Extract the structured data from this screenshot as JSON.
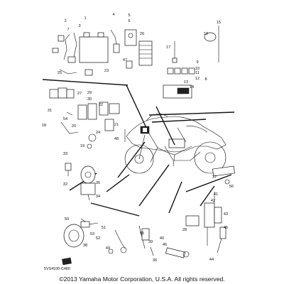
{
  "diagram": {
    "drawing_code": "5VS4100-C480",
    "copyright": "©2013 Yamaha Motor Corporation, U.S.A. All rights reserved.",
    "callouts": [
      "1",
      "2",
      "3",
      "4",
      "5",
      "6",
      "7",
      "8",
      "9",
      "10",
      "11",
      "12",
      "13",
      "14",
      "15",
      "16",
      "17",
      "18",
      "19",
      "20",
      "21",
      "22",
      "23",
      "24",
      "25",
      "26",
      "27",
      "28",
      "29",
      "30",
      "31",
      "32",
      "33",
      "34",
      "35",
      "36",
      "37",
      "38",
      "39",
      "40",
      "41",
      "42",
      "43",
      "44",
      "45",
      "46",
      "47",
      "48",
      "49",
      "50",
      "51",
      "52",
      "53",
      "54",
      "55",
      "56"
    ]
  }
}
